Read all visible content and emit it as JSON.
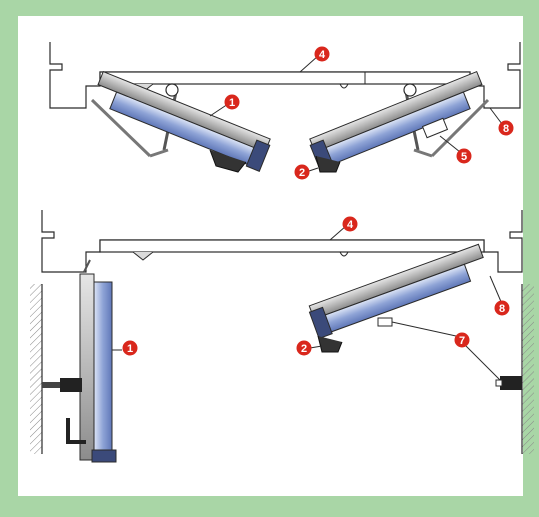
{
  "colors": {
    "frame": "#a9d6a6",
    "panel": "#ffffff",
    "marker": "#d9271c",
    "leaf_blue": "#7f97cf",
    "leaf_blue_light": "#c9d4ee",
    "grey": "#9b9b9b",
    "line": "#2b2b2b"
  },
  "callouts": {
    "top": {
      "n1": "1",
      "n2": "2",
      "n4": "4",
      "n5": "5",
      "n8": "8"
    },
    "bottom": {
      "n1": "1",
      "n2": "2",
      "n4": "4",
      "n7": "7",
      "n8": "8"
    }
  }
}
